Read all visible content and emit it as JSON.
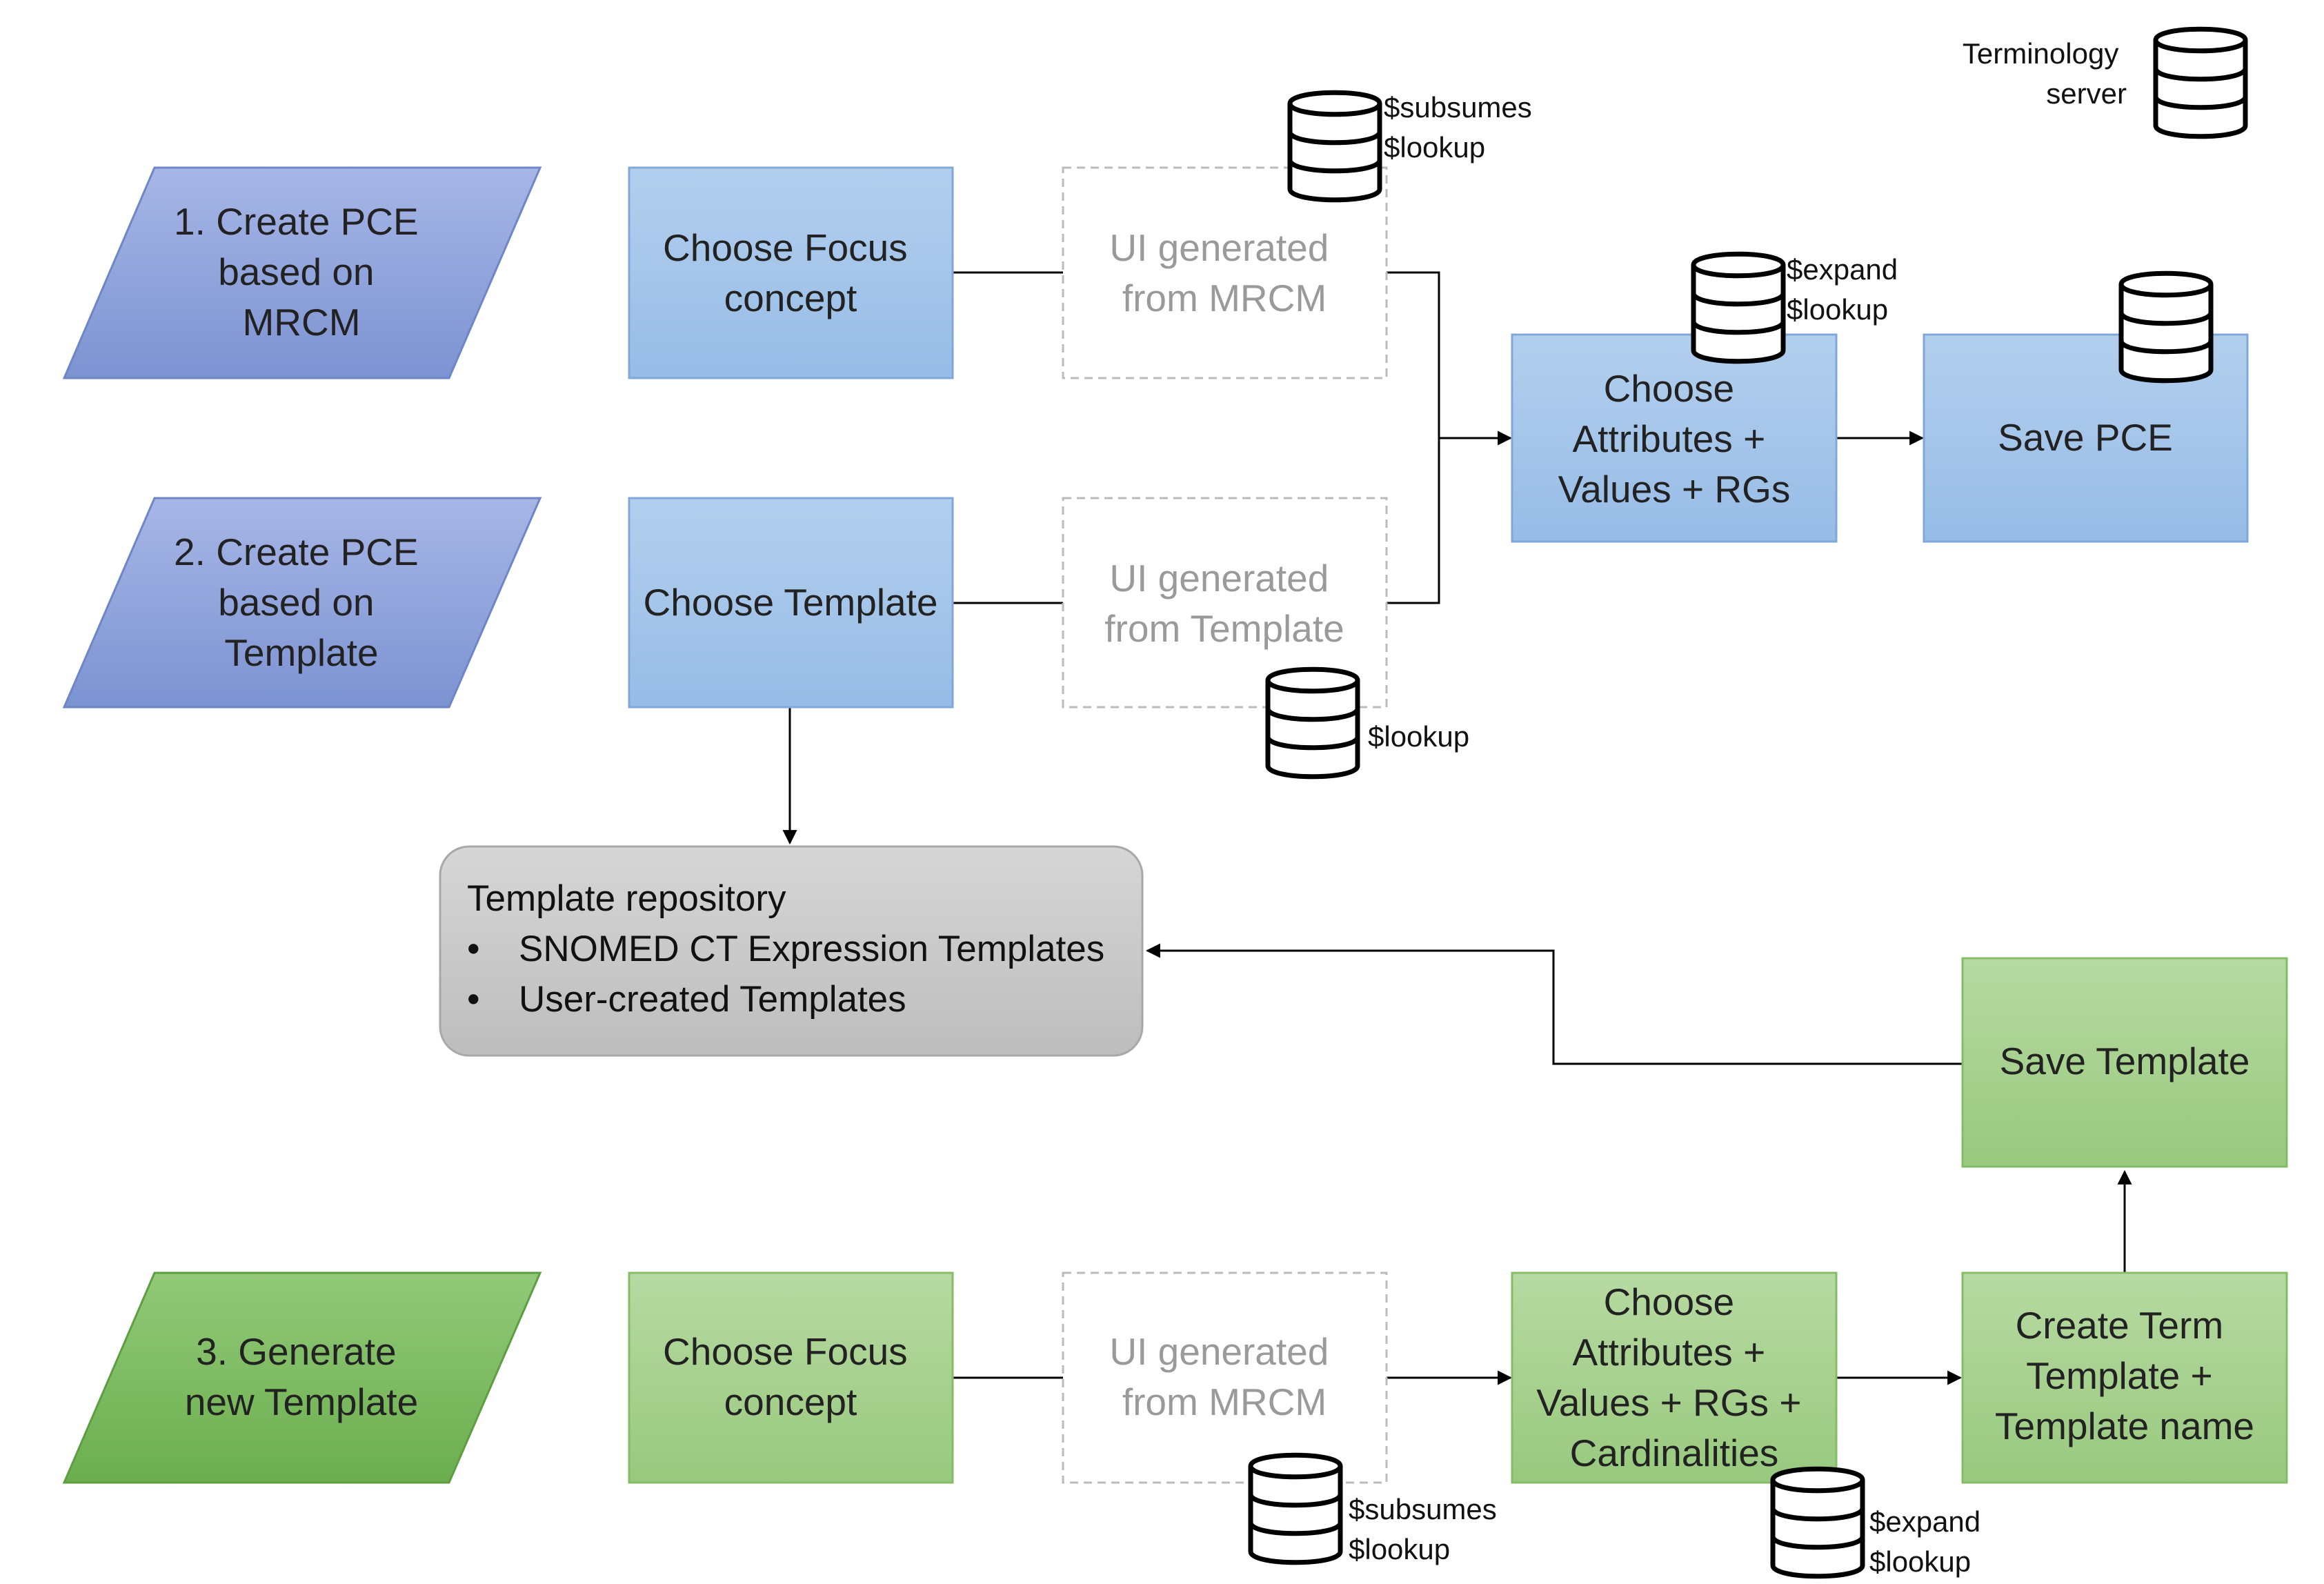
{
  "legend": {
    "label_lines": [
      "Terminology",
      "server"
    ]
  },
  "flows": {
    "pce_mrcm": {
      "start_lines": [
        "1. Create PCE",
        "based on",
        "MRCM"
      ],
      "step_lines": [
        "Choose Focus",
        "concept"
      ],
      "ui_lines": [
        "UI generated",
        "from MRCM"
      ],
      "ui_api": [
        "$subsumes",
        "$lookup"
      ]
    },
    "pce_template": {
      "start_lines": [
        "2. Create PCE",
        "based on",
        "Template"
      ],
      "step_lines": [
        "Choose Template"
      ],
      "ui_lines": [
        "UI generated",
        "from Template"
      ],
      "ui_api": [
        "$lookup"
      ]
    },
    "pce_shared": {
      "attrs_lines": [
        "Choose",
        "Attributes +",
        "Values + RGs"
      ],
      "attrs_api": [
        "$expand",
        "$lookup"
      ],
      "save_lines": [
        "Save PCE"
      ]
    },
    "template_gen": {
      "start_lines": [
        "3. Generate",
        "new Template"
      ],
      "step_lines": [
        "Choose Focus",
        "concept"
      ],
      "ui_lines": [
        "UI generated",
        "from MRCM"
      ],
      "ui_api": [
        "$subsumes",
        "$lookup"
      ],
      "attrs_lines": [
        "Choose",
        "Attributes +",
        "Values + RGs +",
        "Cardinalities"
      ],
      "attrs_api": [
        "$expand",
        "$lookup"
      ],
      "term_lines": [
        "Create Term",
        "Template +",
        "Template name"
      ],
      "save_lines": [
        "Save Template"
      ]
    }
  },
  "repository": {
    "title": "Template repository",
    "items": [
      "SNOMED CT Expression Templates",
      "User-created Templates"
    ],
    "bullet": "•"
  },
  "colors": {
    "blue_start": "#8FA3DC",
    "blue_box": "#A6C4E8",
    "green_start": "#7FBA63",
    "green_box": "#A6D18C",
    "repo": "#CBCBCB",
    "ui_border": "#BBBBBB"
  }
}
